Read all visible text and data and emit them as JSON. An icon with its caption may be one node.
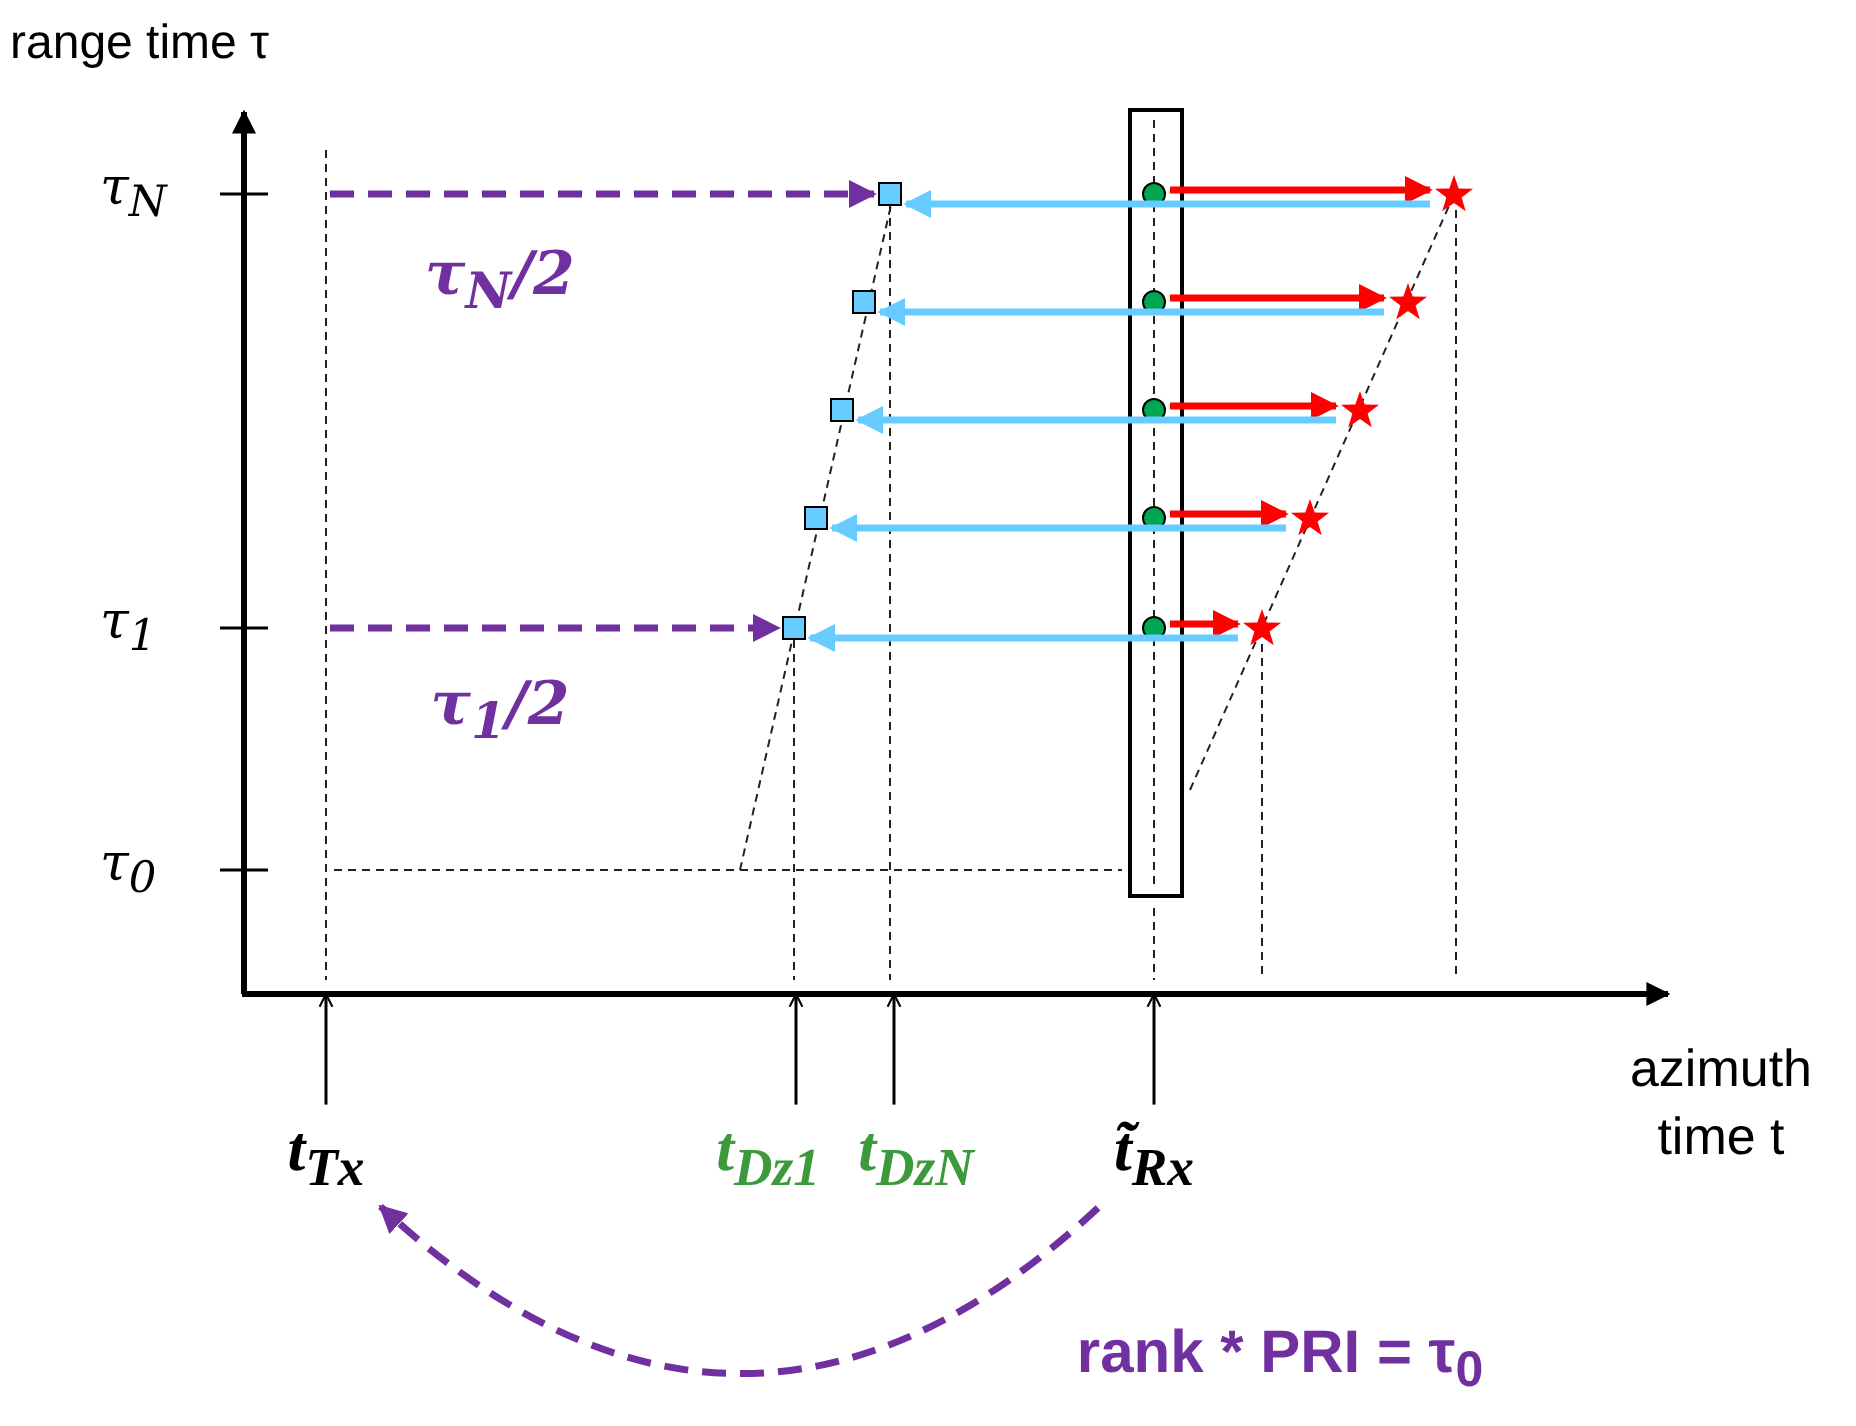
{
  "diagram": {
    "nodes": [
      {
        "text": [],
        "shape": "box"
      },
      {
        "text": [],
        "shape": "box"
      },
      {
        "text": [],
        "shape": "circle",
        "in": 0
      },
      {
        "text": [],
        "shape": "star"
      },
      {
        "text": [],
        "shape": "box"
      },
      {
        "text": [],
        "shape": "circle",
        "in": 0
      },
      {
        "text": [],
        "shape": "star"
      },
      {
        "text": [],
        "shape": "box"
      },
      {
        "text": [],
        "shape": "circle",
        "in": 0
      },
      {
        "text": [],
        "shape": "star"
      },
      {
        "text": [],
        "shape": "box"
      },
      {
        "text": [],
        "shape": "circle",
        "in": 0
      },
      {
        "text": [],
        "shape": "star"
      },
      {
        "text": [],
        "shape": "box"
      },
      {
        "text": [],
        "shape": "circle",
        "in": 0
      },
      {
        "text": [],
        "shape": "star"
      },
      {
        "text": [
          "t$_{Tx}$"
        ]
      },
      {
        "text": [
          "t$_{Dz}$$_{1}$"
        ]
      },
      {
        "text": [
          "t$_{Dz}$$_{N}$"
        ]
      },
      {
        "text": [
          "t̃$_{Rx}$"
        ]
      },
      {
        "text": [],
        "shape": "axis"
      }
    ],
    "edges": [
      {
        "from": 2,
        "to": 3,
        "arrow": "to",
        "color": "#ff0000"
      },
      {
        "from": 3,
        "to": 1,
        "arrow": "to",
        "color": "#66ccff"
      },
      {
        "from": 5,
        "to": 6,
        "arrow": "to",
        "color": "#ff0000"
      },
      {
        "from": 6,
        "to": 4,
        "arrow": "to",
        "color": "#66ccff"
      },
      {
        "from": 8,
        "to": 9,
        "arrow": "to",
        "color": "#ff0000"
      },
      {
        "from": 9,
        "to": 7,
        "arrow": "to",
        "color": "#66ccff"
      },
      {
        "from": 11,
        "to": 12,
        "arrow": "to",
        "color": "#ff0000"
      },
      {
        "from": 12,
        "to": 10,
        "arrow": "to",
        "color": "#66ccff"
      },
      {
        "from": 14,
        "to": 15,
        "arrow": "to",
        "color": "#ff0000"
      },
      {
        "from": 15,
        "to": 13,
        "arrow": "to",
        "color": "#66ccff"
      },
      {
        "from": null,
        "to": 1,
        "arrow": "to",
        "label": "τ$_{N}$/2",
        "style": "dashed",
        "color": "#7030a0"
      },
      {
        "from": null,
        "to": 13,
        "arrow": "to",
        "label": "τ$_{1}$/2",
        "style": "dashed",
        "color": "#7030a0"
      },
      {
        "from": 16,
        "to": 20,
        "arrow": "to",
        "color": "#000000"
      },
      {
        "from": 17,
        "to": 20,
        "arrow": "to",
        "color": "#000000"
      },
      {
        "from": 18,
        "to": 20,
        "arrow": "to",
        "color": "#000000"
      },
      {
        "from": 19,
        "to": 20,
        "arrow": "to",
        "color": "#000000"
      },
      {
        "from": 19,
        "to": 16,
        "arrow": "to",
        "label": "rank * PRI = τ$_{0}$",
        "style": "dashed",
        "color": "#7030a0"
      }
    ],
    "labels": [
      "range time τ",
      "τ$_{N}$",
      "τ$_{1}$",
      "τ$_{0}$",
      "azimuth time t"
    ]
  }
}
